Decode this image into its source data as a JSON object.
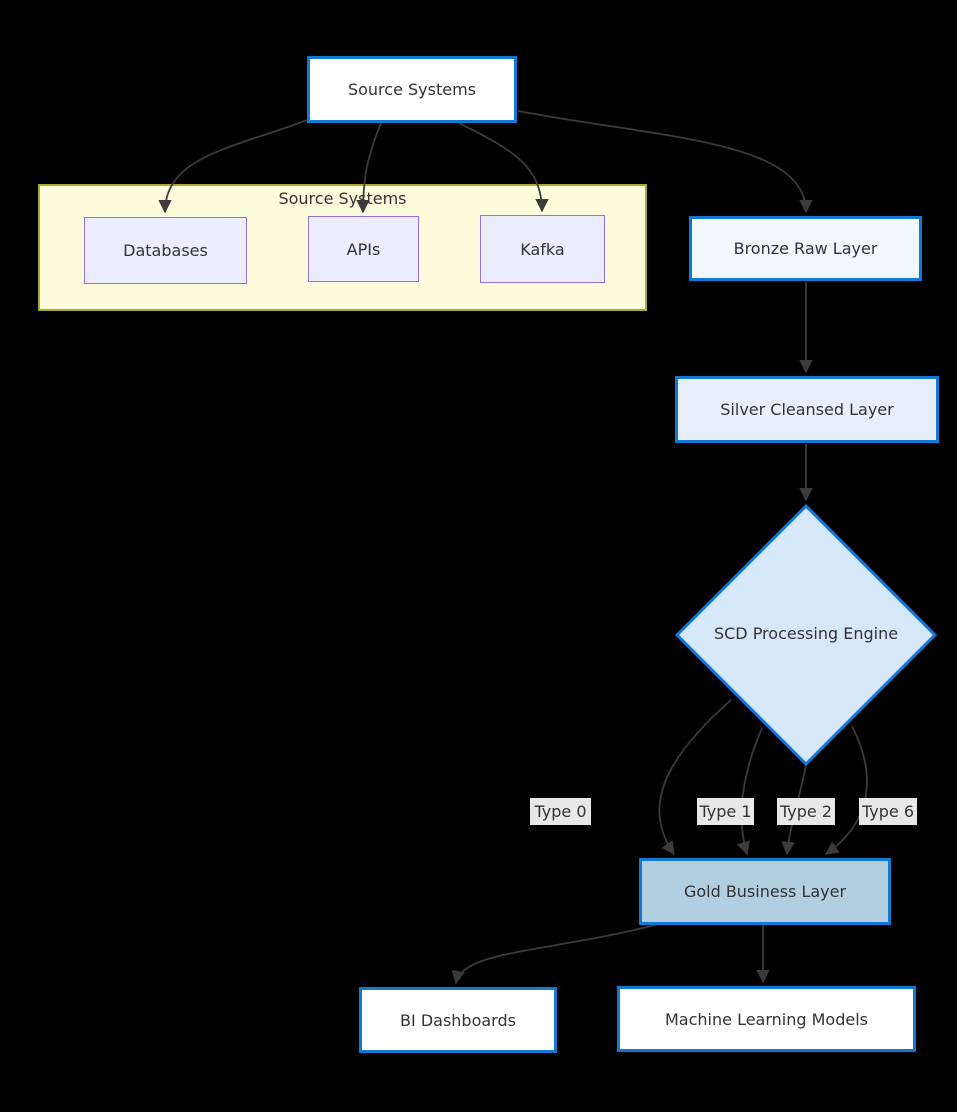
{
  "diagram": {
    "type": "flowchart",
    "background_color": "#000000",
    "edge_color": "#3b3b3b",
    "nodes": {
      "source_top": {
        "label": "Source Systems",
        "fill": "#ffffff",
        "border": "#1278d6"
      },
      "cluster_source": {
        "label": "Source Systems",
        "fill": "#fcfcdc",
        "border": "#aaaa33"
      },
      "databases": {
        "label": "Databases",
        "fill": "#ececff",
        "border": "#9370db"
      },
      "apis": {
        "label": "APIs",
        "fill": "#ececff",
        "border": "#9370db"
      },
      "kafka": {
        "label": "Kafka",
        "fill": "#ececff",
        "border": "#9370db"
      },
      "bronze": {
        "label": "Bronze Raw Layer",
        "fill": "#f0f7fd",
        "border": "#1278d6"
      },
      "silver": {
        "label": "Silver Cleansed Layer",
        "fill": "#e7effc",
        "border": "#1278d6"
      },
      "scd": {
        "label": "SCD Processing Engine",
        "fill": "#d7e7fb",
        "border": "#1278d6"
      },
      "gold": {
        "label": "Gold Business Layer",
        "fill": "#b2cfe2",
        "border": "#1278d6"
      },
      "bi": {
        "label": "BI Dashboards",
        "fill": "#ffffff",
        "border": "#1278d6"
      },
      "ml": {
        "label": "Machine Learning Models",
        "fill": "#ffffff",
        "border": "#1278d6"
      }
    },
    "edge_labels": {
      "type0": "Type 0",
      "type1": "Type 1",
      "type2": "Type 2",
      "type6": "Type 6"
    },
    "edges": [
      {
        "from": "Source Systems",
        "to": "Databases"
      },
      {
        "from": "Source Systems",
        "to": "APIs"
      },
      {
        "from": "Source Systems",
        "to": "Kafka"
      },
      {
        "from": "Source Systems",
        "to": "Bronze Raw Layer"
      },
      {
        "from": "Bronze Raw Layer",
        "to": "Silver Cleansed Layer"
      },
      {
        "from": "Silver Cleansed Layer",
        "to": "SCD Processing Engine"
      },
      {
        "from": "SCD Processing Engine",
        "to": "Gold Business Layer",
        "label": "Type 0"
      },
      {
        "from": "SCD Processing Engine",
        "to": "Gold Business Layer",
        "label": "Type 1"
      },
      {
        "from": "SCD Processing Engine",
        "to": "Gold Business Layer",
        "label": "Type 2"
      },
      {
        "from": "SCD Processing Engine",
        "to": "Gold Business Layer",
        "label": "Type 6"
      },
      {
        "from": "Gold Business Layer",
        "to": "BI Dashboards"
      },
      {
        "from": "Gold Business Layer",
        "to": "Machine Learning Models"
      }
    ]
  }
}
